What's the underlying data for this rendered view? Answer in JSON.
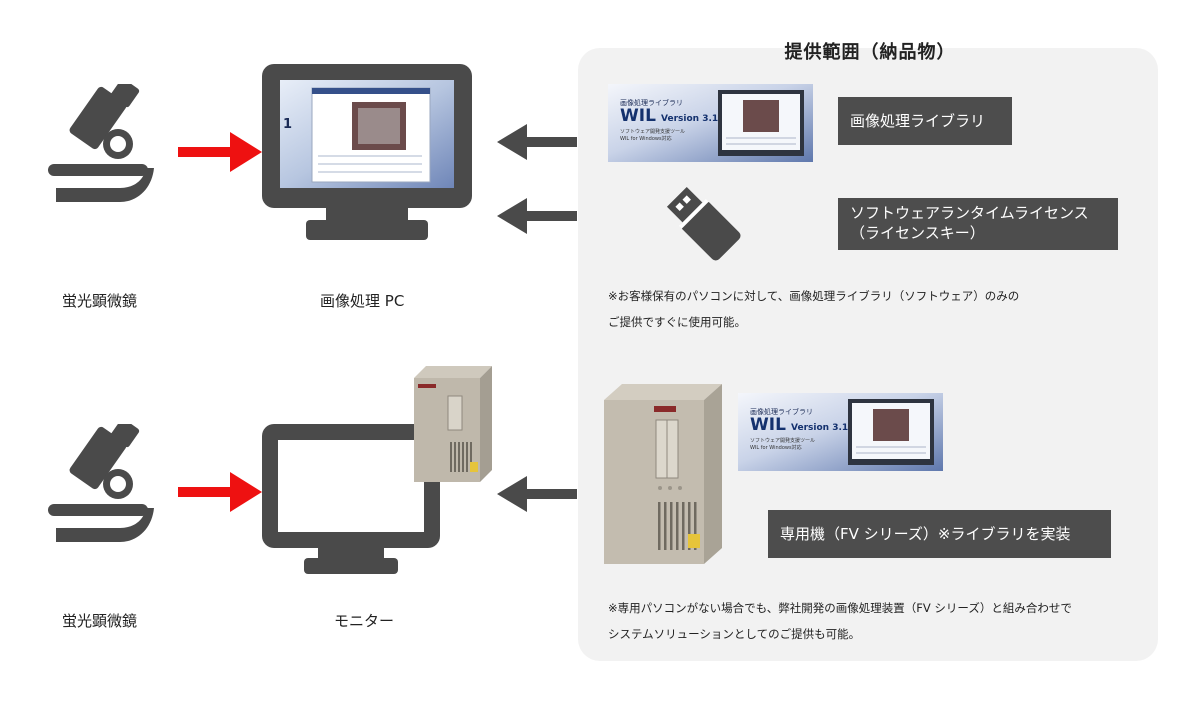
{
  "left": {
    "row1_microscope_label": "蛍光顕微鏡",
    "row1_pc_label": "画像処理 PC",
    "row2_microscope_label": "蛍光顕微鏡",
    "row2_monitor_label": "モニター"
  },
  "panel": {
    "title": "提供範囲（納品物）",
    "library_label": "画像処理ライブラリ",
    "license_label_line1": "ソフトウェアランタイムライセンス",
    "license_label_line2": "（ライセンスキー）",
    "note1_line1": "※お客様保有のパソコンに対して、画像処理ライブラリ（ソフトウェア）のみの",
    "note1_line2": "ご提供ですぐに使用可能。",
    "dedicated_label": "専用機（FV シリーズ）※ライブラリを実装",
    "note2_line1": "※専用パソコンがない場合でも、弊社開発の画像処理装置（FV シリーズ）と組み合わせで",
    "note2_line2": "システムソリューションとしてのご提供も可能。"
  },
  "product_image": {
    "line1": "画像処理ライブラリ",
    "line2_brand": "WIL",
    "line2_version": "Version 3.1",
    "line3": "ソフトウェア開発支援ツール",
    "line4": "WIL for Windows対応"
  },
  "screen_digit": "1",
  "colors": {
    "icon_gray": "#4a4a4a",
    "red_arrow": "#ee1111",
    "box_bg": "#4d4d4d",
    "panel_bg": "#f2f2f2"
  },
  "icons": [
    "microscope-icon",
    "monitor-icon",
    "usb-key-icon",
    "arrow-left-icon",
    "arrow-right-icon"
  ]
}
